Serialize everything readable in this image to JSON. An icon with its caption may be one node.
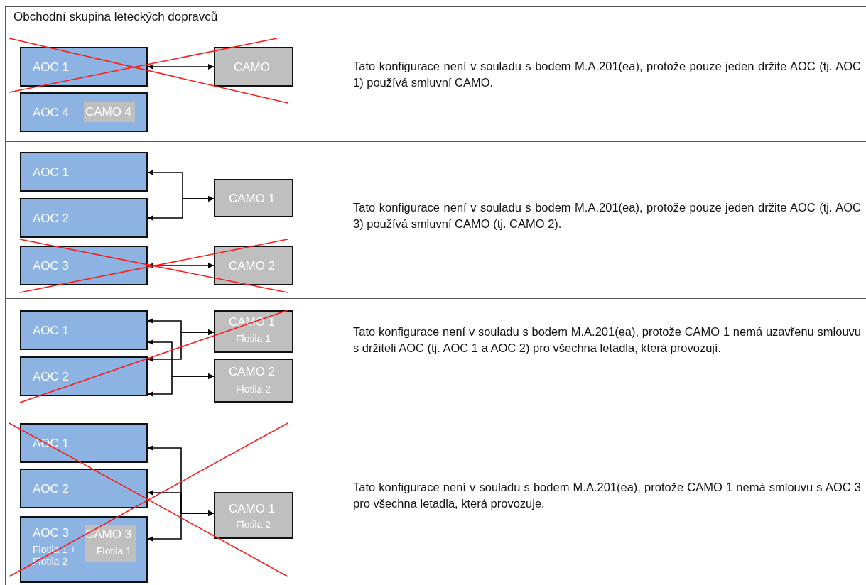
{
  "diagram": {
    "nodes": [
      {
        "text": [
          "AOC 1"
        ]
      },
      {
        "text": [
          "CAMO"
        ]
      },
      {
        "text": [
          "AOC 4"
        ]
      },
      {
        "text": [
          "CAMO 4"
        ],
        "in": 2
      },
      {
        "text": [
          "AOC 1"
        ]
      },
      {
        "text": [
          "AOC 2"
        ]
      },
      {
        "text": [
          "CAMO 1"
        ]
      },
      {
        "text": [
          "AOC 3"
        ]
      },
      {
        "text": [
          "CAMO 2"
        ]
      },
      {
        "text": [
          "AOC 1"
        ]
      },
      {
        "text": [
          "AOC 2"
        ]
      },
      {
        "text": [
          "CAMO 1",
          "Flotila 1"
        ]
      },
      {
        "text": [
          "CAMO 2",
          "Flotila 2"
        ]
      },
      {
        "text": [
          "AOC 1"
        ]
      },
      {
        "text": [
          "AOC 2"
        ]
      },
      {
        "text": [
          "AOC 3",
          "Flotila 1 + Flotila 2"
        ]
      },
      {
        "text": [
          "CAMO 3",
          "Flotila 1"
        ],
        "in": 15
      },
      {
        "text": [
          "CAMO 1",
          "Flotila 2"
        ]
      }
    ],
    "edges": [
      {
        "from": 0,
        "to": 1,
        "arrow": "both"
      },
      {
        "from": 4,
        "to": 6,
        "arrow": "both"
      },
      {
        "from": 5,
        "to": 6,
        "arrow": "both"
      },
      {
        "from": 7,
        "to": 8,
        "arrow": "both"
      },
      {
        "from": 9,
        "to": 11,
        "arrow": "both"
      },
      {
        "from": 10,
        "to": 11,
        "arrow": "both"
      },
      {
        "from": 9,
        "to": 12,
        "arrow": "both"
      },
      {
        "from": 10,
        "to": 12,
        "arrow": "both"
      },
      {
        "from": 13,
        "to": 17,
        "arrow": "both"
      },
      {
        "from": 14,
        "to": 17,
        "arrow": "both"
      },
      {
        "from": 15,
        "to": 17,
        "arrow": "both"
      }
    ],
    "labels": [
      "Obchodní skupina leteckých dopravců",
      "Tato konfigurace není v souladu s bodem M.A.201(ea), protože pouze jeden držite AOC (tj. AOC 1) používá smluvní CAMO.",
      "Tato konfigurace není v souladu s bodem M.A.201(ea), protože pouze jeden držite AOC (tj. AOC 3) používá smluvní CAMO (tj. CAMO 2).",
      "Tato konfigurace není v souladu s bodem M.A.201(ea), protože CAMO 1 nemá uzavřenu smlouvu s držiteli AOC (tj. AOC 1 a AOC 2) pro všechna letadla, která provozují.",
      "Tato konfigurace není v souladu s bodem M.A.201(ea), protože CAMO 1 nemá smlouvu s AOC 3 pro všechna letadla, která provozuje."
    ]
  }
}
